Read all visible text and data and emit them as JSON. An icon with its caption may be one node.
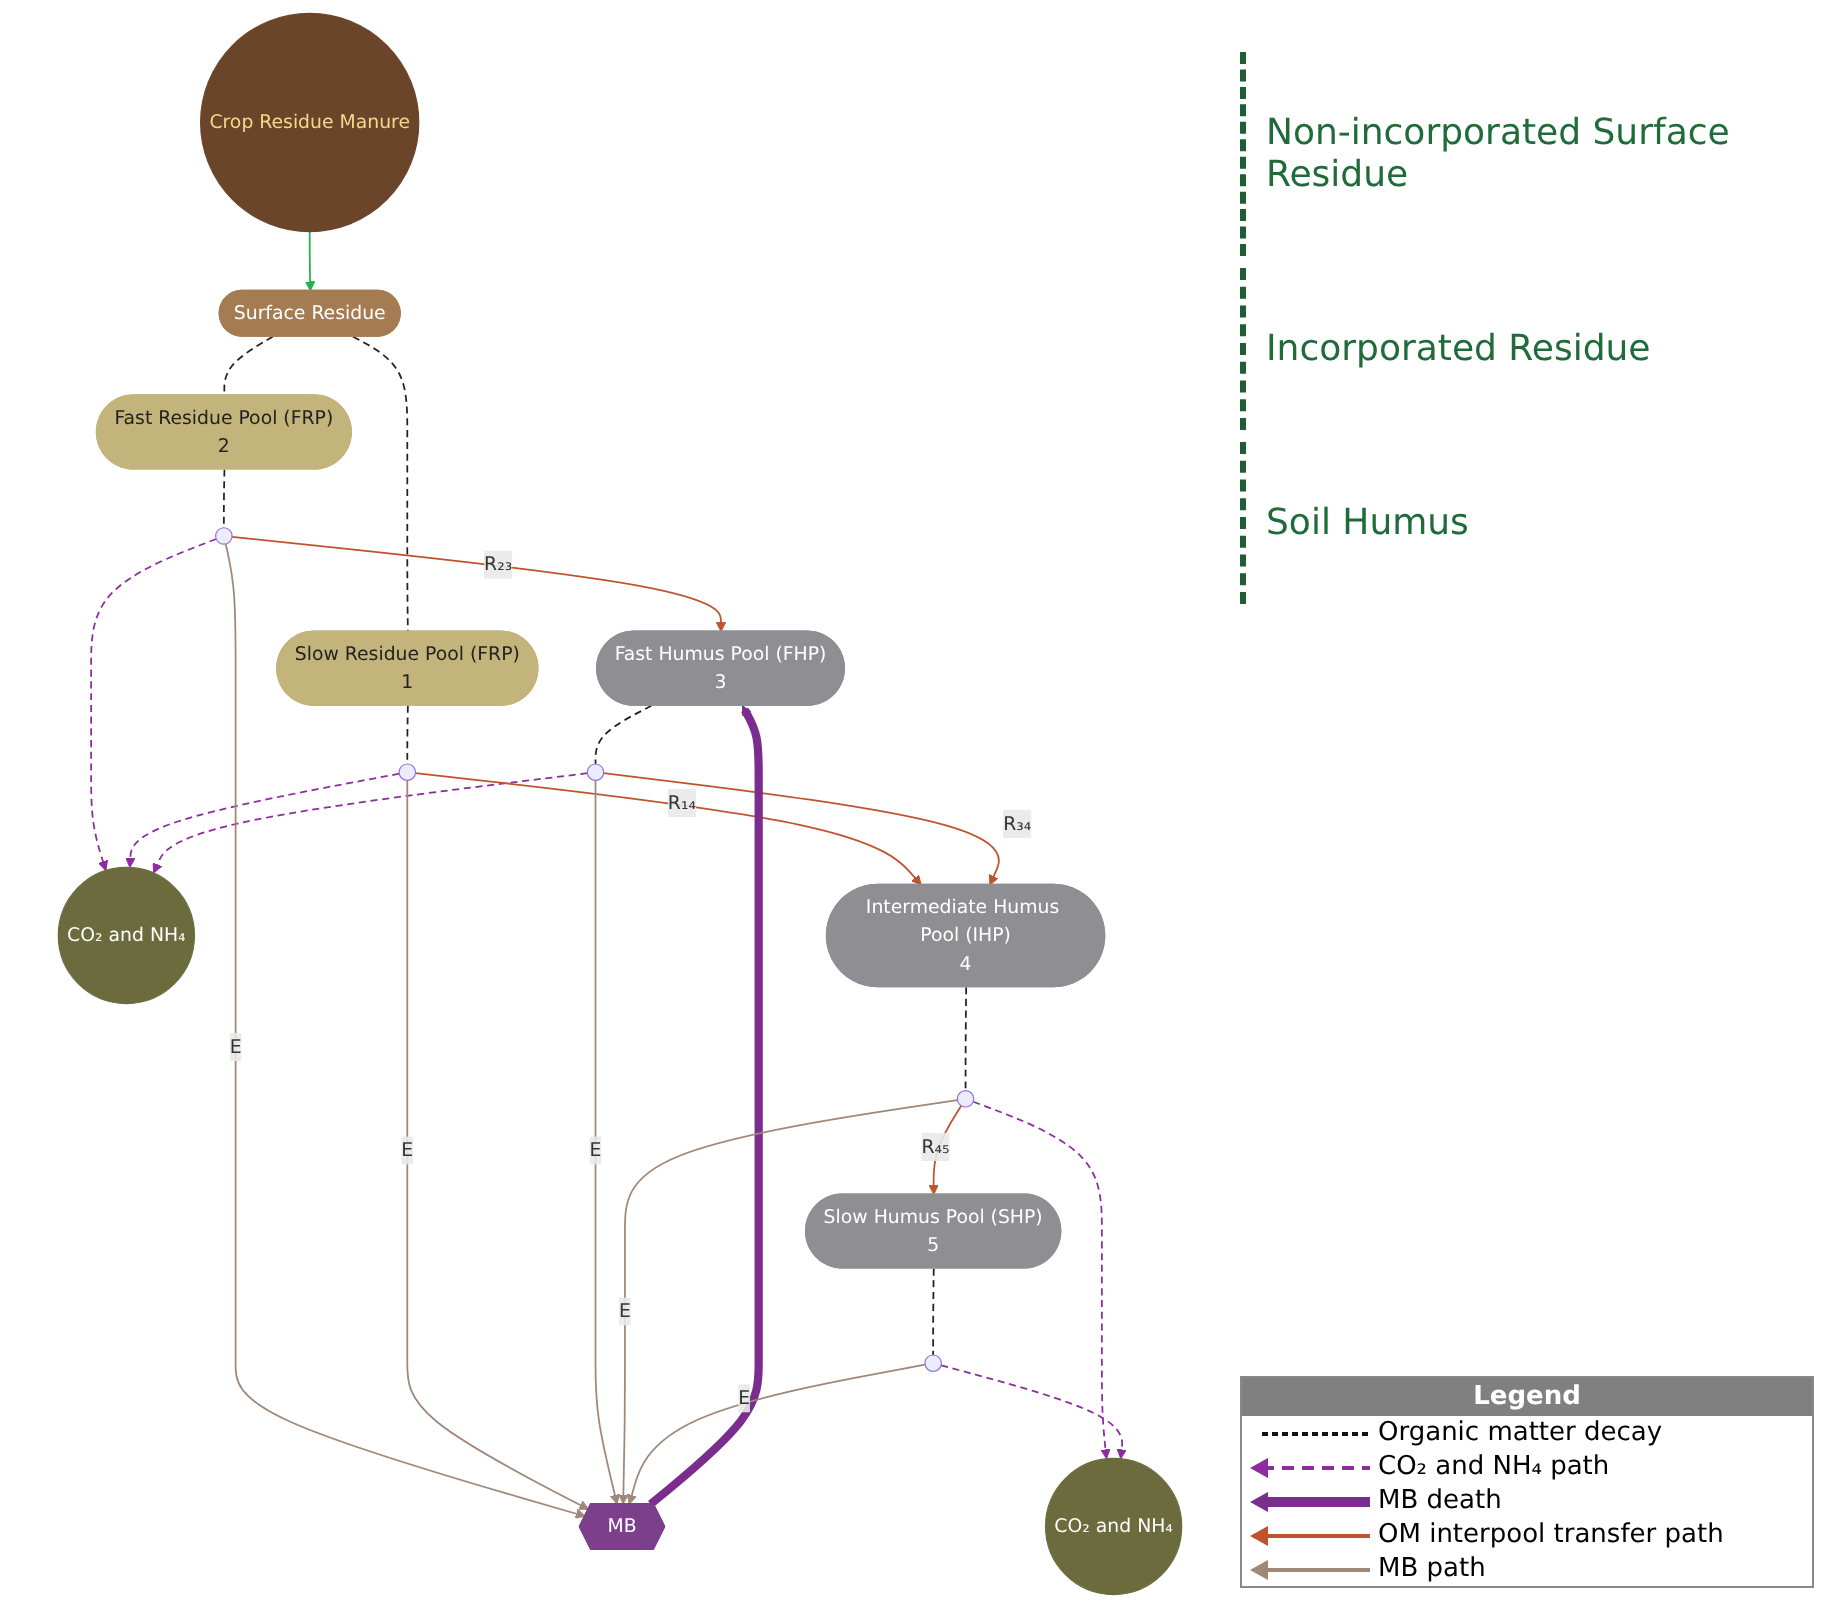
{
  "diagram": {
    "nodes": [
      {
        "text": [
          "Surface Residue"
        ]
      },
      {
        "text": [
          "Crop Residue Manure"
        ]
      },
      {
        "text": [
          "Fast Residue Pool (FRP)",
          "2"
        ]
      },
      {
        "text": [
          "CO₂ and NH₄"
        ]
      },
      {
        "text": [
          "Slow Residue Pool (FRP)",
          "1"
        ]
      },
      {
        "text": [],
        "shape": "circle"
      },
      {
        "text": [],
        "shape": "circle"
      },
      {
        "text": [
          "Fast Humus Pool (FHP)",
          "3"
        ]
      },
      {
        "text": [],
        "shape": "circle"
      },
      {
        "text": [
          "Intermediate Humus Pool (IHP)",
          "4"
        ]
      },
      {
        "text": [
          "MB"
        ]
      },
      {
        "text": [],
        "shape": "circle"
      },
      {
        "text": [],
        "shape": "circle"
      },
      {
        "text": [
          "Slow Humus Pool (SHP)",
          "5"
        ]
      },
      {
        "text": [
          "CO₂ and NH₄"
        ]
      }
    ],
    "edges": [
      {
        "from": 1,
        "to": 0,
        "arrow": "to",
        "color": "#22b14c"
      },
      {
        "from": 0,
        "to": 2,
        "arrow": "none",
        "style": "dashed"
      },
      {
        "from": 0,
        "to": 4,
        "arrow": "none",
        "style": "dashed"
      },
      {
        "from": 2,
        "to": 5,
        "arrow": "none",
        "style": "dashed"
      },
      {
        "from": 4,
        "to": 6,
        "arrow": "none",
        "style": "dashed"
      },
      {
        "from": 5,
        "to": 3,
        "arrow": "to",
        "style": "dashed",
        "color": "#8e2b9e"
      },
      {
        "from": 6,
        "to": 3,
        "arrow": "to",
        "style": "dashed",
        "color": "#8e2b9e"
      },
      {
        "from": 8,
        "to": 3,
        "arrow": "to",
        "style": "dashed",
        "color": "#8e2b9e"
      },
      {
        "from": 5,
        "to": 7,
        "label": "R₂₃",
        "arrow": "to",
        "color": "#c0532e"
      },
      {
        "from": 6,
        "to": 9,
        "label": "R₁₄",
        "arrow": "to",
        "color": "#c0532e"
      },
      {
        "from": 7,
        "to": 8,
        "arrow": "none",
        "style": "dashed"
      },
      {
        "from": 8,
        "to": 9,
        "label": "R₃₄",
        "arrow": "to",
        "color": "#c0532e"
      },
      {
        "from": 5,
        "to": 10,
        "label": "E",
        "arrow": "to",
        "color": "#a08878"
      },
      {
        "from": 6,
        "to": 10,
        "label": "E",
        "arrow": "to",
        "color": "#a08878"
      },
      {
        "from": 8,
        "to": 10,
        "label": "E",
        "arrow": "to",
        "color": "#a08878"
      },
      {
        "from": 10,
        "to": 7,
        "arrow": "to",
        "style": "thick",
        "color": "#7b2d8e"
      },
      {
        "from": 9,
        "to": 11,
        "arrow": "none",
        "style": "dashed"
      },
      {
        "from": 11,
        "to": 10,
        "label": "E",
        "arrow": "to",
        "color": "#a08878"
      },
      {
        "from": 11,
        "to": 13,
        "label": "R₄₅",
        "arrow": "to",
        "color": "#c0532e"
      },
      {
        "from": 11,
        "to": 14,
        "arrow": "to",
        "style": "dashed",
        "color": "#8e2b9e"
      },
      {
        "from": 13,
        "to": 12,
        "arrow": "none",
        "style": "dashed"
      },
      {
        "from": 12,
        "to": 10,
        "label": "E",
        "arrow": "to",
        "color": "#a08878"
      },
      {
        "from": 12,
        "to": 14,
        "arrow": "to",
        "style": "dashed",
        "color": "#8e2b9e"
      }
    ],
    "labels": [
      "Non-incorporated Surface Residue",
      "Incorporated Residue",
      "Soil Humus",
      "Legend"
    ],
    "legend": [
      {
        "text": "Organic matter decay"
      },
      {
        "text": "CO₂ and NH₄ path"
      },
      {
        "text": "MB death"
      },
      {
        "text": "OM interpool transfer path"
      },
      {
        "text": "MB path"
      }
    ]
  }
}
